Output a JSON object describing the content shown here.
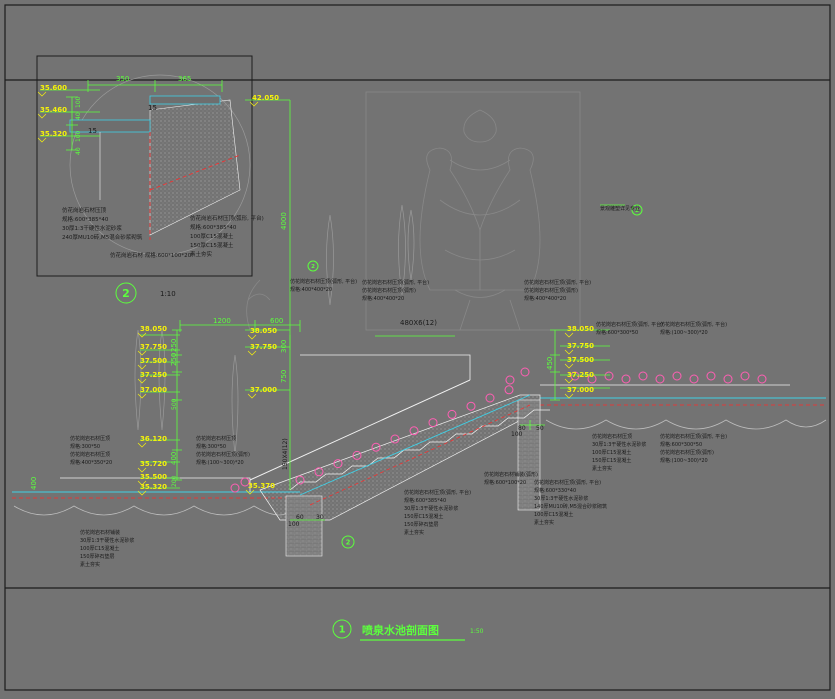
{
  "colors": {
    "background": "#737373",
    "frame": "#1c1c1c",
    "dimension": "#5cff3d",
    "elevation": "#f6f20b",
    "outline": "#f1f1f1",
    "label": "#1a1a1a",
    "dashed_red": "#ff2a2a",
    "hatch": "#b8b8b8",
    "flowers": "#ff5fb4",
    "cyan": "#3fd0e6"
  },
  "detail": {
    "number": "2",
    "scale": "1:10",
    "elevations": [
      "35.600",
      "35.460",
      "35.320"
    ],
    "dims_top": [
      "350",
      "365"
    ],
    "dims_side": [
      "100",
      "40",
      "100",
      "40"
    ],
    "dim_15a": "15",
    "dim_15b": "15",
    "notes_left": [
      "仿花岗岩石材压顶",
      "规格:600*385*40",
      "30厚1:3干硬性水泥砂浆",
      "240厚MU10砖,M5混合砂浆砌筑"
    ],
    "notes_right": [
      "仿花岗岩石材压顶(弧形, 平台)",
      "规格:600*385*40",
      "100厚C15混凝土",
      "150厚C15混凝土",
      "素土夯实"
    ],
    "note_bottom": [
      "仿花岗岩石材 规格:600*100*20"
    ]
  },
  "main": {
    "elev_top": "42.050",
    "elevations_left": [
      "38.050",
      "37.750",
      "37.500",
      "37.250",
      "37.000",
      "36.120",
      "35.720",
      "35.500",
      "35.320"
    ],
    "elevations_right": [
      "38.050",
      "37.750",
      "37.500",
      "37.250",
      "37.000"
    ],
    "elev_mid_a": "38.050",
    "elev_mid_b": "37.750",
    "elev_mid_c": "37.000",
    "elev_bottom_center": "35.370",
    "dims": {
      "d1200": "1200",
      "d600": "600",
      "d4000": "4000",
      "d300": "300",
      "d250a": "250",
      "d250b": "250",
      "d750": "750",
      "d400a": "400",
      "d400b": "400",
      "d200": "200",
      "d500": "500",
      "d450": "450",
      "steps": "480X6(12)",
      "steps_v": "150X4(12)",
      "d100a": "100",
      "d60": "60",
      "d30": "30",
      "d100b": "100",
      "d80": "80",
      "d50": "50"
    },
    "callouts": [
      {
        "id": "cross-ref-top",
        "text": "2"
      },
      {
        "id": "cross-ref-left",
        "text": "2"
      },
      {
        "id": "cross-ref-bottom",
        "text": "2"
      }
    ],
    "notes_mid_left": [
      "仿花岗岩石材压顶(弧形, 平台)",
      "规格:400*400*20"
    ],
    "notes_mid_center": [
      "仿花岗岩石材压顶(弧形, 平台)",
      "仿花岗岩石材压顶(弧形)",
      "规格:400*400*20"
    ],
    "notes_mid_right": [
      "仿花岗岩石材压顶(弧形, 平台)",
      "仿花岗岩石材压顶(弧形)",
      "规格:400*400*20"
    ],
    "notes_right_top": [
      "仿花岗岩石材压顶(弧形, 平台)",
      "规格:600*300*50"
    ],
    "notes_right_top2": [
      "仿花岗岩石材压顶(弧形, 平台)",
      "规格:(100~300)*20"
    ],
    "notes_left_wall": [
      "仿花岗岩石材压顶",
      "规格:300*50",
      "仿花岗岩石材压顶",
      "规格:400*350*20"
    ],
    "notes_left_wall2": [
      "仿花岗岩石材压顶",
      "规格:300*50",
      "仿花岗岩石材压顶(弧形)",
      "规格:(100~300)*20"
    ],
    "notes_bottom_left": [
      "仿花岗岩石材铺装",
      "30厚1:3干硬性水泥砂浆",
      "100厚C15混凝土",
      "150厚碎石垫层",
      "素土夯实"
    ],
    "notes_bottom_center": [
      "仿花岗岩石材压顶(弧形, 平台)",
      "规格:600*385*40",
      "30厚1:3干硬性水泥砂浆",
      "150厚C15混凝土",
      "150厚碎石垫层",
      "素土夯实"
    ],
    "notes_bottom_right": [
      "仿花岗岩石材压顶(弧形, 平台)",
      "规格:600*330*40",
      "30厚1:3干硬性水泥砂浆",
      "140厚MU10砖,M5混合砂浆砌筑",
      "100厚C15混凝土",
      "素土夯实"
    ],
    "notes_step": [
      "仿花岗岩石材铺装(弧形)",
      "规格:600*100*20"
    ],
    "notes_right_wall": [
      "仿花岗岩石材压顶",
      "30厚1:3干硬性水泥砂浆",
      "100厚C15混凝土",
      "150厚C15混凝土",
      "素土夯实"
    ],
    "notes_right_wall2": [
      "仿花岗岩石材压顶(弧形, 平台)",
      "规格:600*300*50",
      "仿花岗岩石材压顶(弧形)",
      "规格:(100~300)*20"
    ],
    "note_sculpture": [
      "景观雕塑详见专业"
    ]
  },
  "title_block": {
    "number": "1",
    "title": "喷泉水池剖面图",
    "scale": "1:50"
  }
}
